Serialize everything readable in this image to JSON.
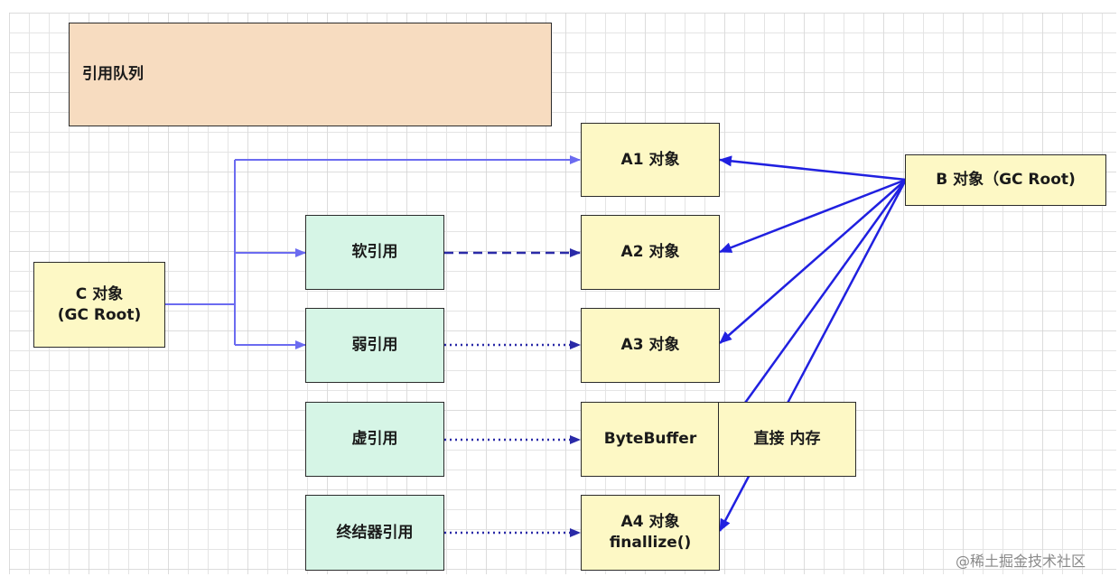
{
  "queue": {
    "label": "引用队列"
  },
  "c_object": {
    "line1": "C 对象",
    "line2": "(GC Root)"
  },
  "b_object": {
    "label": "B 对象（GC Root)"
  },
  "references": {
    "soft": "软引用",
    "weak": "弱引用",
    "phantom": "虚引用",
    "finalizer": "终结器引用"
  },
  "objects": {
    "a1": "A1 对象",
    "a2": "A2 对象",
    "a3": "A3 对象",
    "bytebuffer": "ByteBuffer",
    "direct_memory": "直接 内存",
    "a4_line1": "A4 对象",
    "a4_line2": "finallize()"
  },
  "watermark": "@稀土掘金技术社区",
  "colors": {
    "strong_link": "#6b6bf0",
    "b_link": "#2020e0",
    "ref_link": "#2a2aa8",
    "object_fill": "#fdf8c5",
    "reference_fill": "#d6f5e6",
    "queue_fill": "#f7dcc0"
  }
}
